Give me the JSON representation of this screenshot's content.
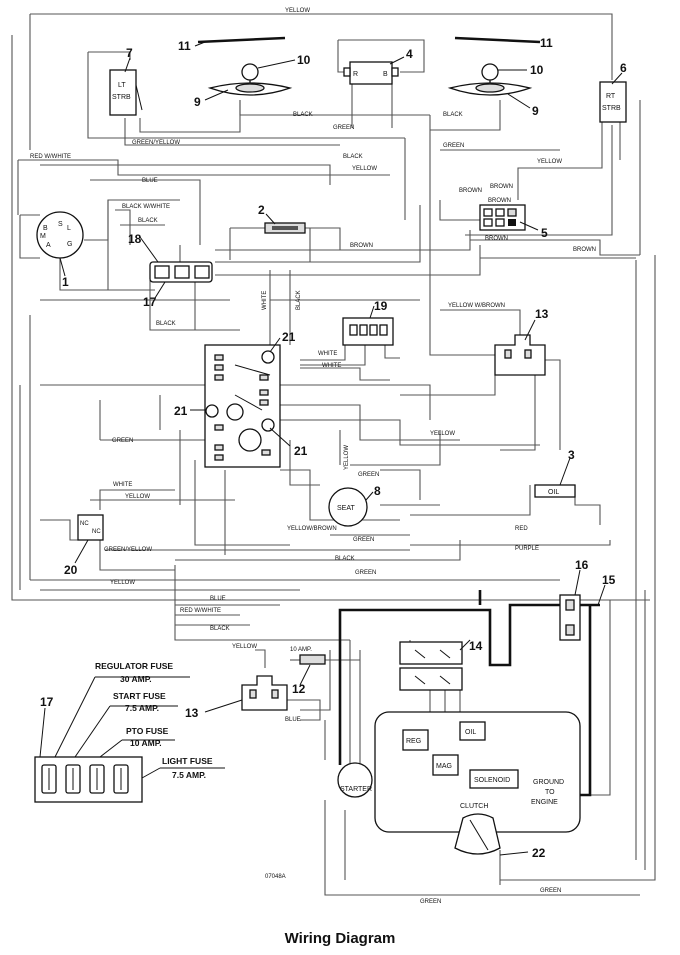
{
  "title": "Wiring Diagram",
  "drawing_number": "07048A",
  "callouts": {
    "c1": "1",
    "c2": "2",
    "c3": "3",
    "c4": "4",
    "c5": "5",
    "c6": "6",
    "c7": "7",
    "c8": "8",
    "c9a": "9",
    "c9b": "9",
    "c10a": "10",
    "c10b": "10",
    "c11a": "11",
    "c11b": "11",
    "c12": "12",
    "c13a": "13",
    "c13b": "13",
    "c14": "14",
    "c15": "15",
    "c16": "16",
    "c17a": "17",
    "c17b": "17",
    "c18": "18",
    "c19": "19",
    "c20": "20",
    "c21a": "21",
    "c21b": "21",
    "c21c": "21",
    "c22": "22"
  },
  "wire_labels": {
    "yellow_top": "YELLOW",
    "black_left": "BLACK",
    "green_mid": "GREEN",
    "black_right": "BLACK",
    "green_yellow_top": "GREEN/YELLOW",
    "green_right": "GREEN",
    "red_white_top": "RED W/WHITE",
    "black_center": "BLACK",
    "yellow_center": "YELLOW",
    "yellow_right_top": "YELLOW",
    "blue_top": "BLUE",
    "brown_a": "BROWN",
    "brown_b": "BROWN",
    "black_white": "BLACK W/WHITE",
    "black_small": "BLACK",
    "brown_c": "BROWN",
    "brown_d": "BROWN",
    "brown_e": "BROWN",
    "white_vert": "WHITE",
    "black_vert": "BLACK",
    "black_low": "BLACK",
    "yellow_w_brown": "YELLOW W/BROWN",
    "white_a": "WHITE",
    "white_b": "WHITE",
    "green_left": "GREEN",
    "yellow_mid": "YELLOW",
    "yellow_vert": "YELLOW",
    "green_seat": "GREEN",
    "white_seat": "WHITE",
    "yellow_seat": "YELLOW",
    "yellow_brown_seat": "YELLOW/BROWN",
    "green_seat_b": "GREEN",
    "green_yellow_low": "GREEN/YELLOW",
    "red": "RED",
    "purple": "PURPLE",
    "black_lower": "BLACK",
    "green_lower": "GREEN",
    "yellow_lower": "YELLOW",
    "blue_lower": "BLUE",
    "red_white_lower": "RED W/WHITE",
    "black_lowest": "BLACK",
    "yellow_fuse": "YELLOW",
    "blue_fuse": "BLUE",
    "green_bottom": "GREEN",
    "green_bottom_b": "GREEN"
  },
  "component_labels": {
    "lt_strb_1": "LT",
    "lt_strb_2": "STRB",
    "rt_strb_1": "RT",
    "rt_strb_2": "STRB",
    "ign_l": "L",
    "ign_m": "M",
    "ign_b": "B",
    "ign_a": "A",
    "ign_s": "S",
    "ign_g": "G",
    "relay_4_r": "R",
    "relay_4_b": "B",
    "brown_5_top": "BROWN",
    "brown_5_bot": "BROWN",
    "seat": "SEAT",
    "oil_3": "OIL",
    "switch20_nc": "NC",
    "switch20_nc2": "NC",
    "fuse_12_amp": "10 AMP.",
    "reg": "REG",
    "mag": "MAG",
    "oil_engine": "OIL",
    "solenoid": "SOLENOID",
    "clutch": "CLUTCH",
    "ground_1": "GROUND",
    "ground_2": "TO",
    "ground_3": "ENGINE",
    "starter": "STARTER"
  },
  "fuse_legend": [
    {
      "name": "REGULATOR FUSE",
      "rating": "30 AMP."
    },
    {
      "name": "START FUSE",
      "rating": "7.5 AMP."
    },
    {
      "name": "PTO FUSE",
      "rating": "10 AMP."
    },
    {
      "name": "LIGHT FUSE",
      "rating": "7.5 AMP."
    }
  ]
}
